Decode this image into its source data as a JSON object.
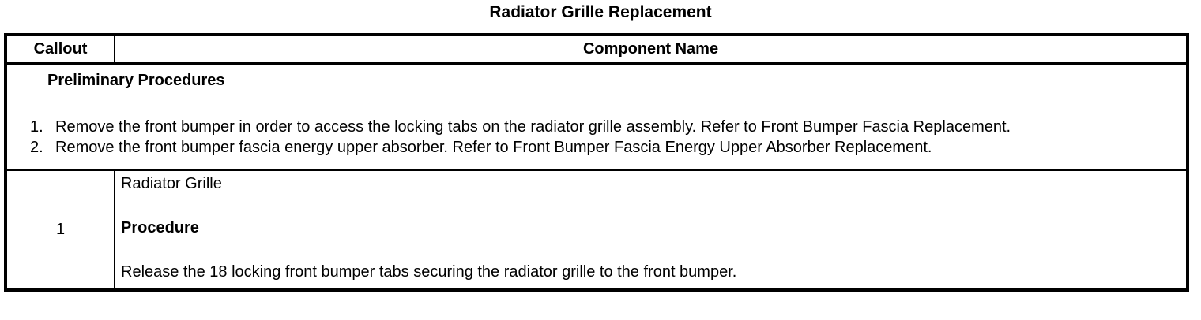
{
  "page": {
    "title": "Radiator Grille Replacement"
  },
  "table": {
    "headers": {
      "callout": "Callout",
      "component": "Component Name"
    },
    "preliminary": {
      "heading": "Preliminary Procedures",
      "items": [
        {
          "number": "1.",
          "text": "Remove the front bumper in order to access the locking tabs on the radiator grille assembly. Refer to Front Bumper Fascia Replacement."
        },
        {
          "number": "2.",
          "text": "Remove the front bumper fascia energy upper absorber. Refer to Front Bumper Fascia Energy Upper Absorber Replacement."
        }
      ]
    },
    "rows": [
      {
        "callout": "1",
        "component_name": "Radiator Grille",
        "procedure_heading": "Procedure",
        "procedure_text": "Release the 18 locking front bumper tabs securing the radiator grille to the front bumper."
      }
    ]
  },
  "colors": {
    "text": "#000000",
    "border": "#000000",
    "background": "#ffffff"
  }
}
